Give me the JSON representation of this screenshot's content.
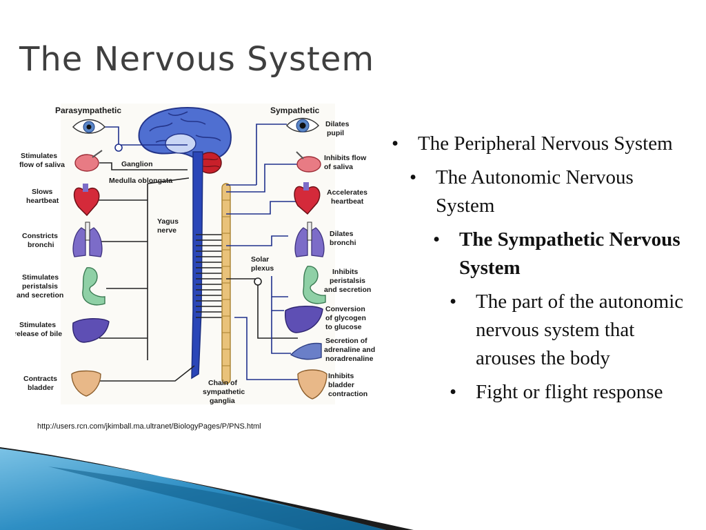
{
  "slide": {
    "title": "The Nervous System",
    "credit": "http://users.rcn.com/jkimball.ma.ultranet/BiologyPages/P/PNS.html"
  },
  "diagram": {
    "left_heading": "Parasympathetic",
    "right_heading": "Sympathetic",
    "left_effects": [
      [
        "Stimulates",
        "flow of saliva"
      ],
      [
        "Slows",
        "heartbeat"
      ],
      [
        "Constricts",
        "bronchi"
      ],
      [
        "Stimulates",
        "peristalsis",
        "and secretion"
      ],
      [
        "Stimulates",
        "release of bile"
      ],
      [
        "Contracts",
        "bladder"
      ]
    ],
    "right_effects": [
      [
        "Dilates",
        "pupil"
      ],
      [
        "Inhibits flow",
        "of saliva"
      ],
      [
        "Accelerates",
        "heartbeat"
      ],
      [
        "Dilates",
        "bronchi"
      ],
      [
        "Inhibits",
        "peristalsis",
        "and secretion"
      ],
      [
        "Conversion",
        "of glycogen",
        "to glucose"
      ],
      [
        "Secretion of",
        "adrenaline and",
        "noradrenaline"
      ],
      [
        "Inhibits",
        "bladder",
        "contraction"
      ]
    ],
    "structures": {
      "ganglion": "Ganglion",
      "medulla": "Medulla oblongata",
      "vagus": [
        "Yagus",
        "nerve"
      ],
      "solar": [
        "Solar",
        "plexus"
      ],
      "chain": [
        "Chain of",
        "sympathetic",
        "ganglia"
      ]
    },
    "colors": {
      "nerve": "#2a46b8",
      "chain": "#e9c27a",
      "brain": "#4f6fd1",
      "cerebellum": "#c8202a",
      "organ_red": "#d42a3a",
      "organ_purple": "#7c6cc8",
      "organ_green": "#8fd0a6",
      "bladder": "#e8b888"
    }
  },
  "bullets": [
    {
      "level": 1,
      "text": "The Peripheral Nervous System"
    },
    {
      "level": 2,
      "text": "The Autonomic Nervous System"
    },
    {
      "level": 3,
      "text": "The Sympathetic Nervous System"
    },
    {
      "level": 4,
      "text": "The part of the autonomic nervous system that arouses the body"
    },
    {
      "level": 4,
      "text": "Fight or flight response"
    }
  ]
}
